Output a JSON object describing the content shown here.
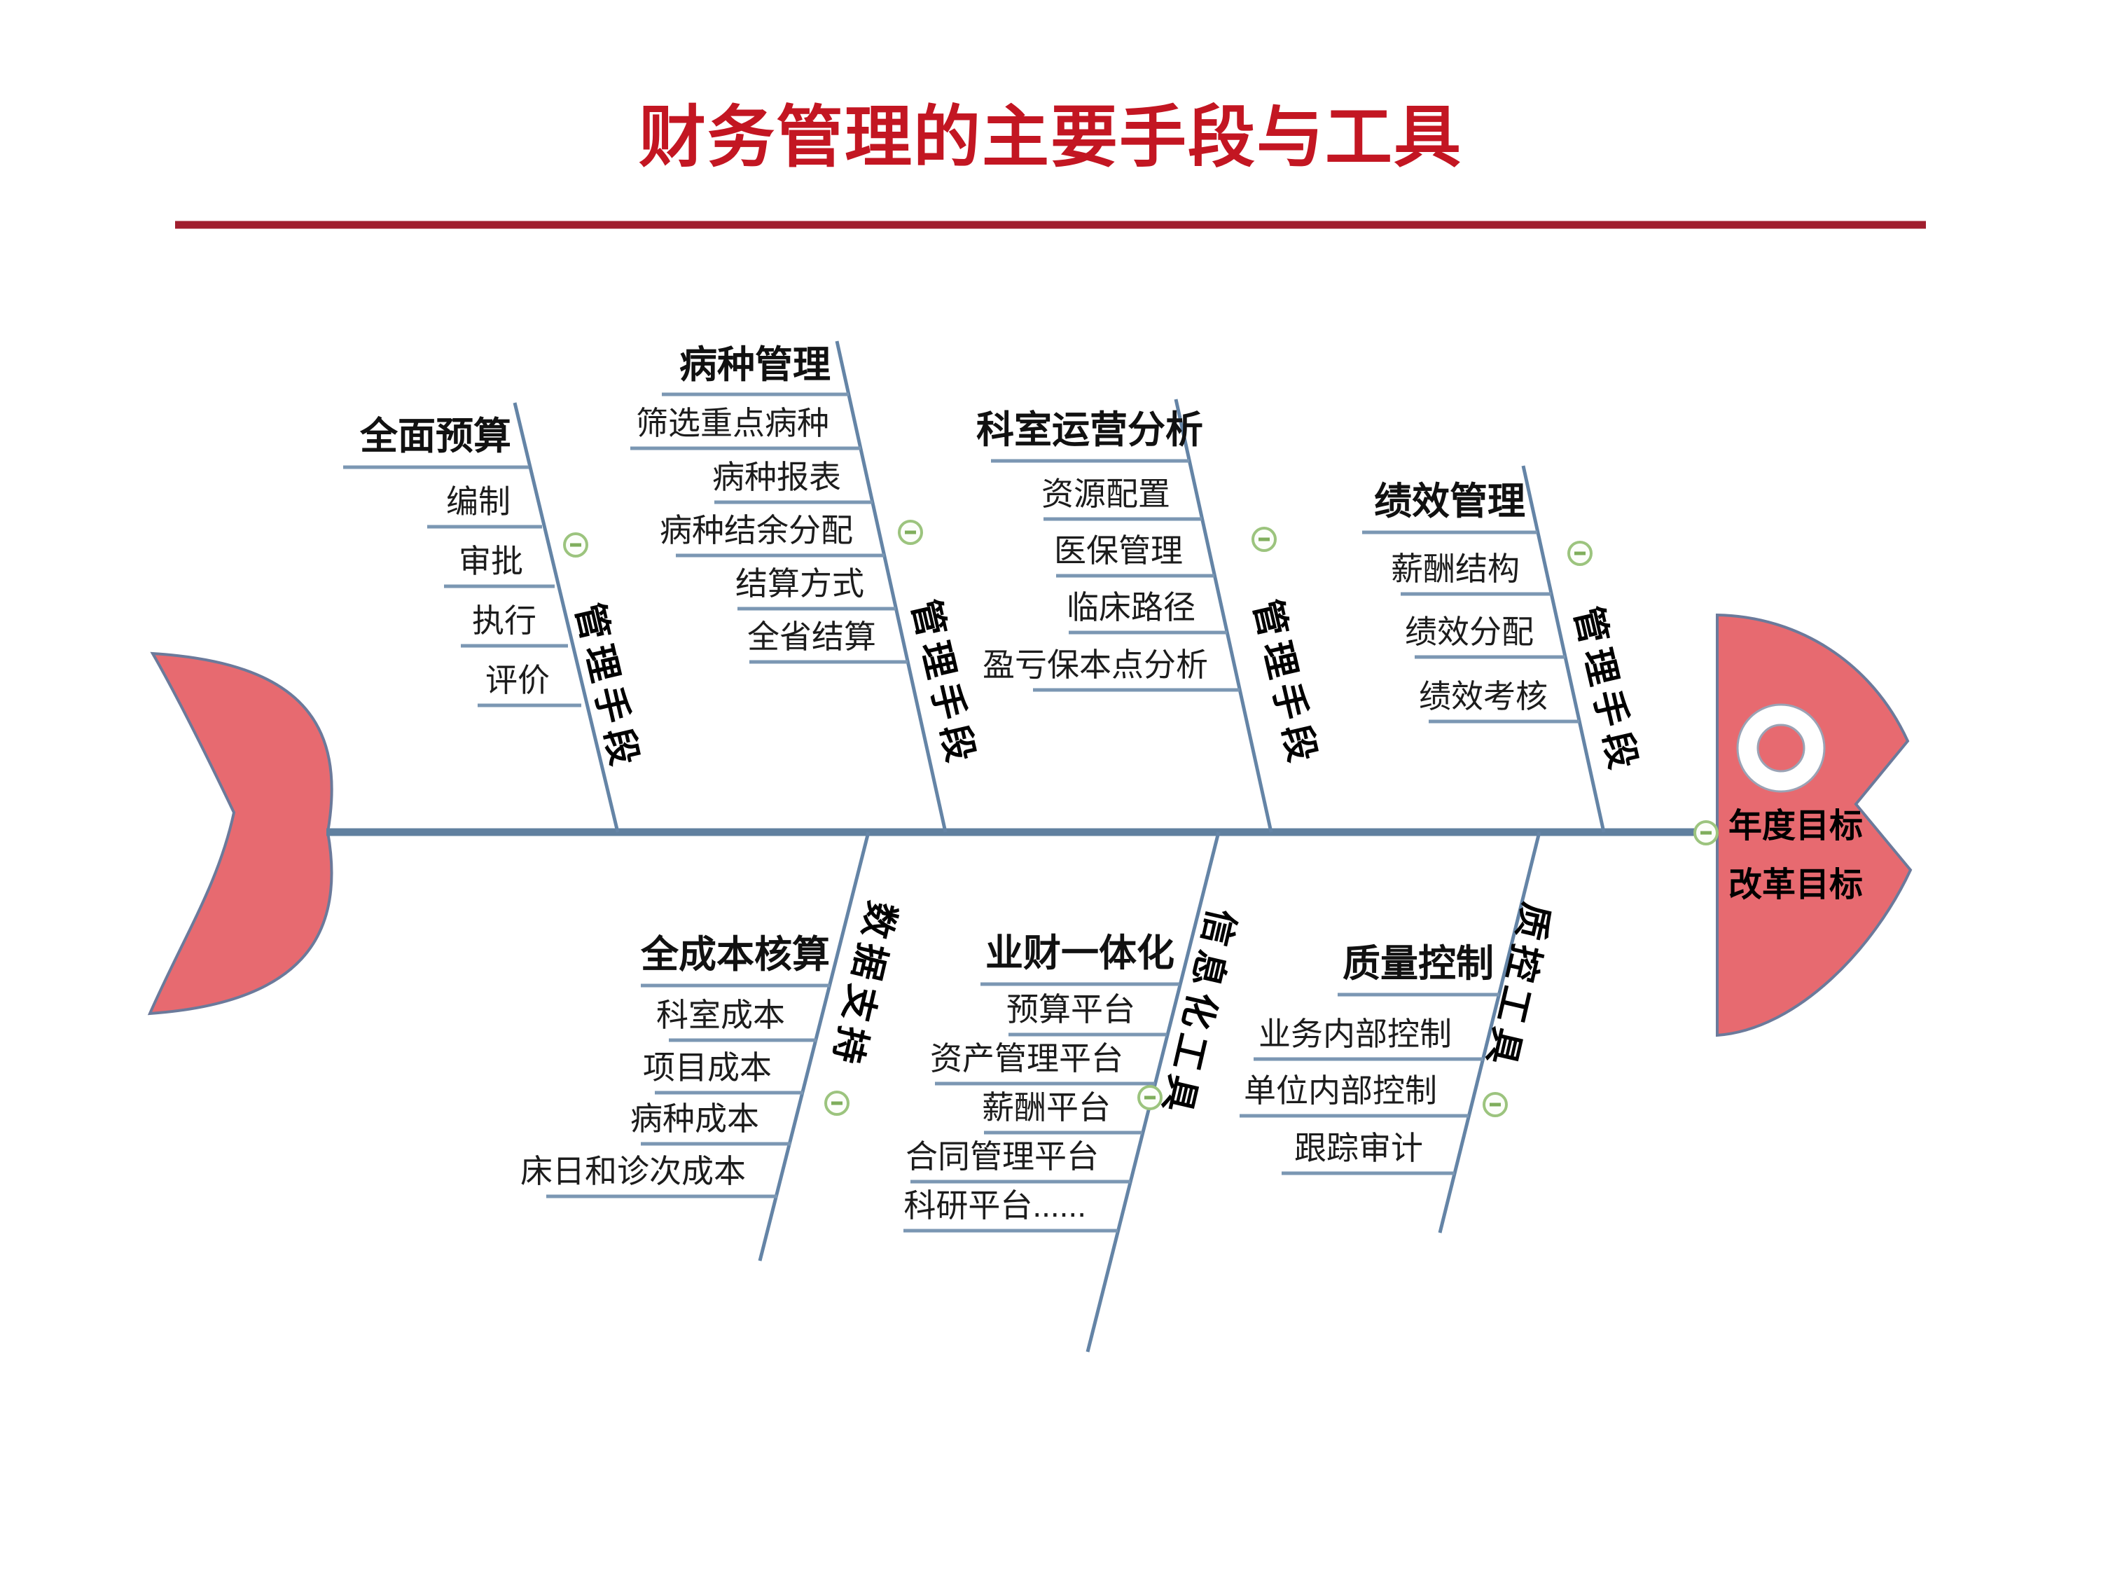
{
  "title": "财务管理的主要手段与工具",
  "head": {
    "line1": "年度目标",
    "line2": "改革目标"
  },
  "top_branches": [
    {
      "label": "全面预算",
      "tool": "管理手段",
      "items": [
        "编制",
        "审批",
        "执行",
        "评价"
      ]
    },
    {
      "label": "病种管理",
      "tool": "管理手段",
      "items": [
        "筛选重点病种",
        "病种报表",
        "病种结余分配",
        "结算方式",
        "全省结算"
      ]
    },
    {
      "label": "科室运营分析",
      "tool": "管理手段",
      "items": [
        "资源配置",
        "医保管理",
        "临床路径",
        "盈亏保本点分析"
      ]
    },
    {
      "label": "绩效管理",
      "tool": "管理手段",
      "items": [
        "薪酬结构",
        "绩效分配",
        "绩效考核"
      ]
    }
  ],
  "bottom_branches": [
    {
      "label": "全成本核算",
      "tool": "数据支持",
      "items": [
        "科室成本",
        "项目成本",
        "病种成本",
        "床日和诊次成本"
      ]
    },
    {
      "label": "业财一体化",
      "tool": "信息化工具",
      "items": [
        "预算平台",
        "资产管理平台",
        "薪酬平台",
        "合同管理平台",
        "科研平台......"
      ]
    },
    {
      "label": "质量控制",
      "tool": "质控工具",
      "items": [
        "业务内部控制",
        "单位内部控制",
        "跟踪审计"
      ]
    }
  ],
  "colors": {
    "title_red": "#C31622",
    "divider_red": "#A01E2E",
    "bone_blue": "#6484A6",
    "fish_red": "#E76A70",
    "fish_outline": "#6B7A9B",
    "collapse_green": "#9CC47E"
  }
}
